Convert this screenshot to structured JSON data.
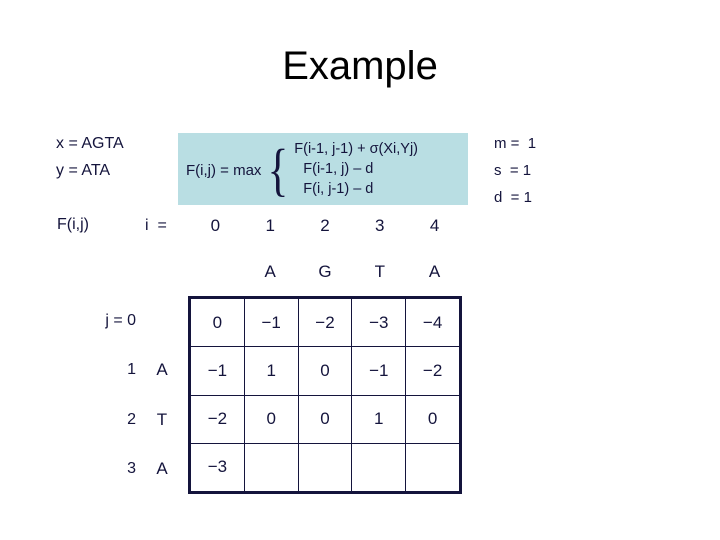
{
  "slide": {
    "title": "Example",
    "background_color": "#ffffff",
    "text_color": "#14143c",
    "highlight_color": "#b9dee3"
  },
  "sequences": {
    "x_label": "x = AGTA",
    "y_label": "y = ATA",
    "x": "AGTA",
    "y": "ATA"
  },
  "formula": {
    "lhs": "F(i,j) = max",
    "brace": "{",
    "case1": "F(i-1, j-1) + σ(Xi,Yj)",
    "case2": "F(i-1, j) – d",
    "case3": "F(i, j-1) – d"
  },
  "params": {
    "match": "m =  1",
    "mismatch": "s  = 1",
    "gap": "d  = 1"
  },
  "matrix_header": {
    "fij_label": "F(i,j)",
    "i_label": "i  =",
    "j_label": "j = 0",
    "i_indices": [
      "0",
      "1",
      "2",
      "3",
      "4"
    ],
    "x_letters": [
      "",
      "A",
      "G",
      "T",
      "A"
    ],
    "j_indices": [
      "j = 0",
      "1",
      "2",
      "3"
    ],
    "y_letters": [
      "",
      "A",
      "T",
      "A"
    ]
  },
  "chart_data": {
    "type": "table",
    "title": "Example",
    "xlabel": "i",
    "ylabel": "j",
    "categories": [
      "0",
      "1",
      "2",
      "3",
      "4"
    ],
    "rows": [
      {
        "j": "0",
        "char": "",
        "cells": [
          "0",
          "−1",
          "−2",
          "−3",
          "−4"
        ]
      },
      {
        "j": "1",
        "char": "A",
        "cells": [
          "−1",
          "1",
          "0",
          "−1",
          "−2"
        ]
      },
      {
        "j": "2",
        "char": "T",
        "cells": [
          "−2",
          "0",
          "0",
          "1",
          "0"
        ]
      },
      {
        "j": "3",
        "char": "A",
        "cells": [
          "−3",
          "",
          "",
          "",
          ""
        ]
      }
    ]
  }
}
